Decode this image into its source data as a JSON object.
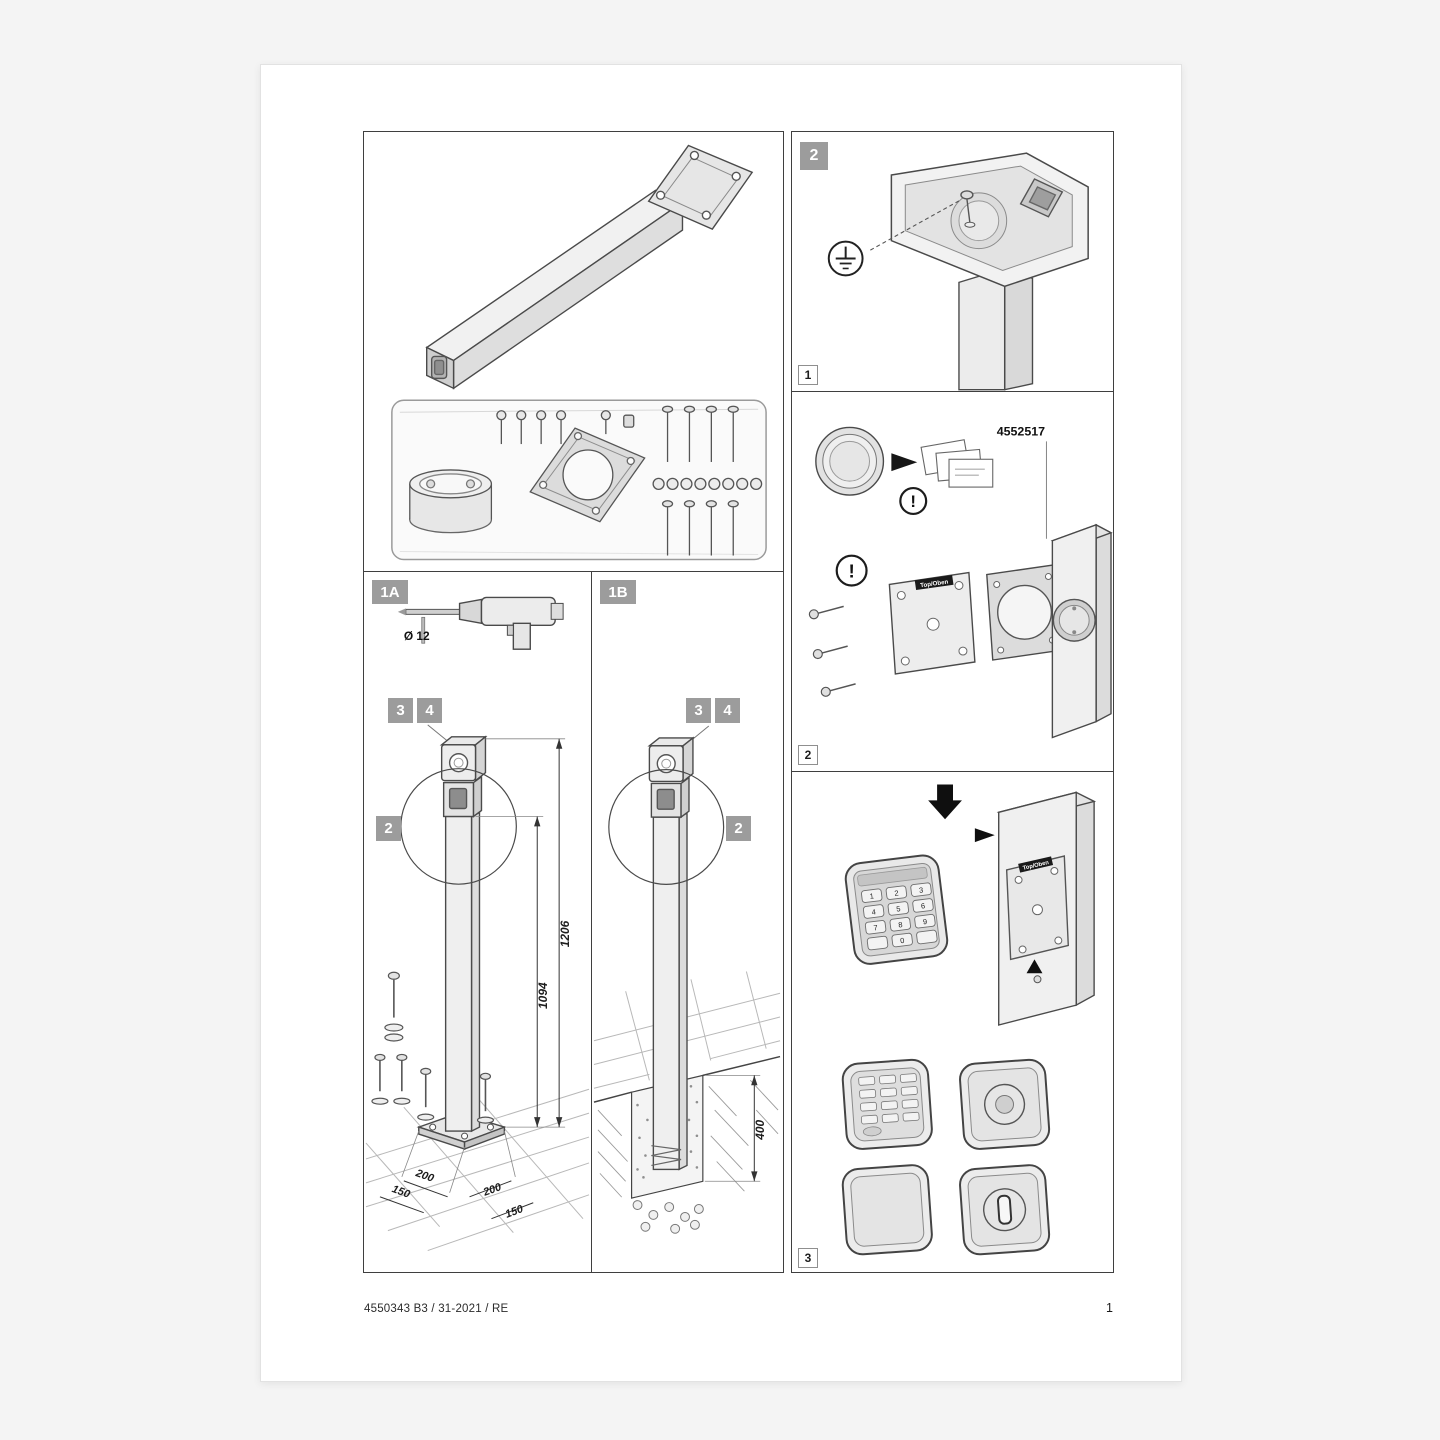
{
  "doc": {
    "footer_code": "4550343  B3 / 31-2021 / RE",
    "page_number": "1"
  },
  "symbols": {
    "attention": "!"
  },
  "sections": {
    "head": {
      "badge": "2",
      "step": "1"
    },
    "box": {
      "step": "2",
      "part_number": "4552517",
      "plate_label": "Top/Oben"
    },
    "mount": {
      "step": "3",
      "plate_label": "Top/Oben"
    },
    "a": {
      "badge": "1A",
      "drill": "Ø 12",
      "steps": [
        "3",
        "4"
      ],
      "detail": "2",
      "dims": {
        "total": "1206",
        "inner": "1094",
        "left_a": "200",
        "left_b": "150",
        "right_a": "200",
        "right_b": "150"
      }
    },
    "b": {
      "badge": "1B",
      "steps": [
        "3",
        "4"
      ],
      "detail": "2",
      "dims": {
        "depth": "400"
      }
    }
  },
  "keypad": {
    "keys": [
      "1",
      "2",
      "3",
      "4",
      "5",
      "6",
      "7",
      "8",
      "9",
      "0"
    ]
  }
}
